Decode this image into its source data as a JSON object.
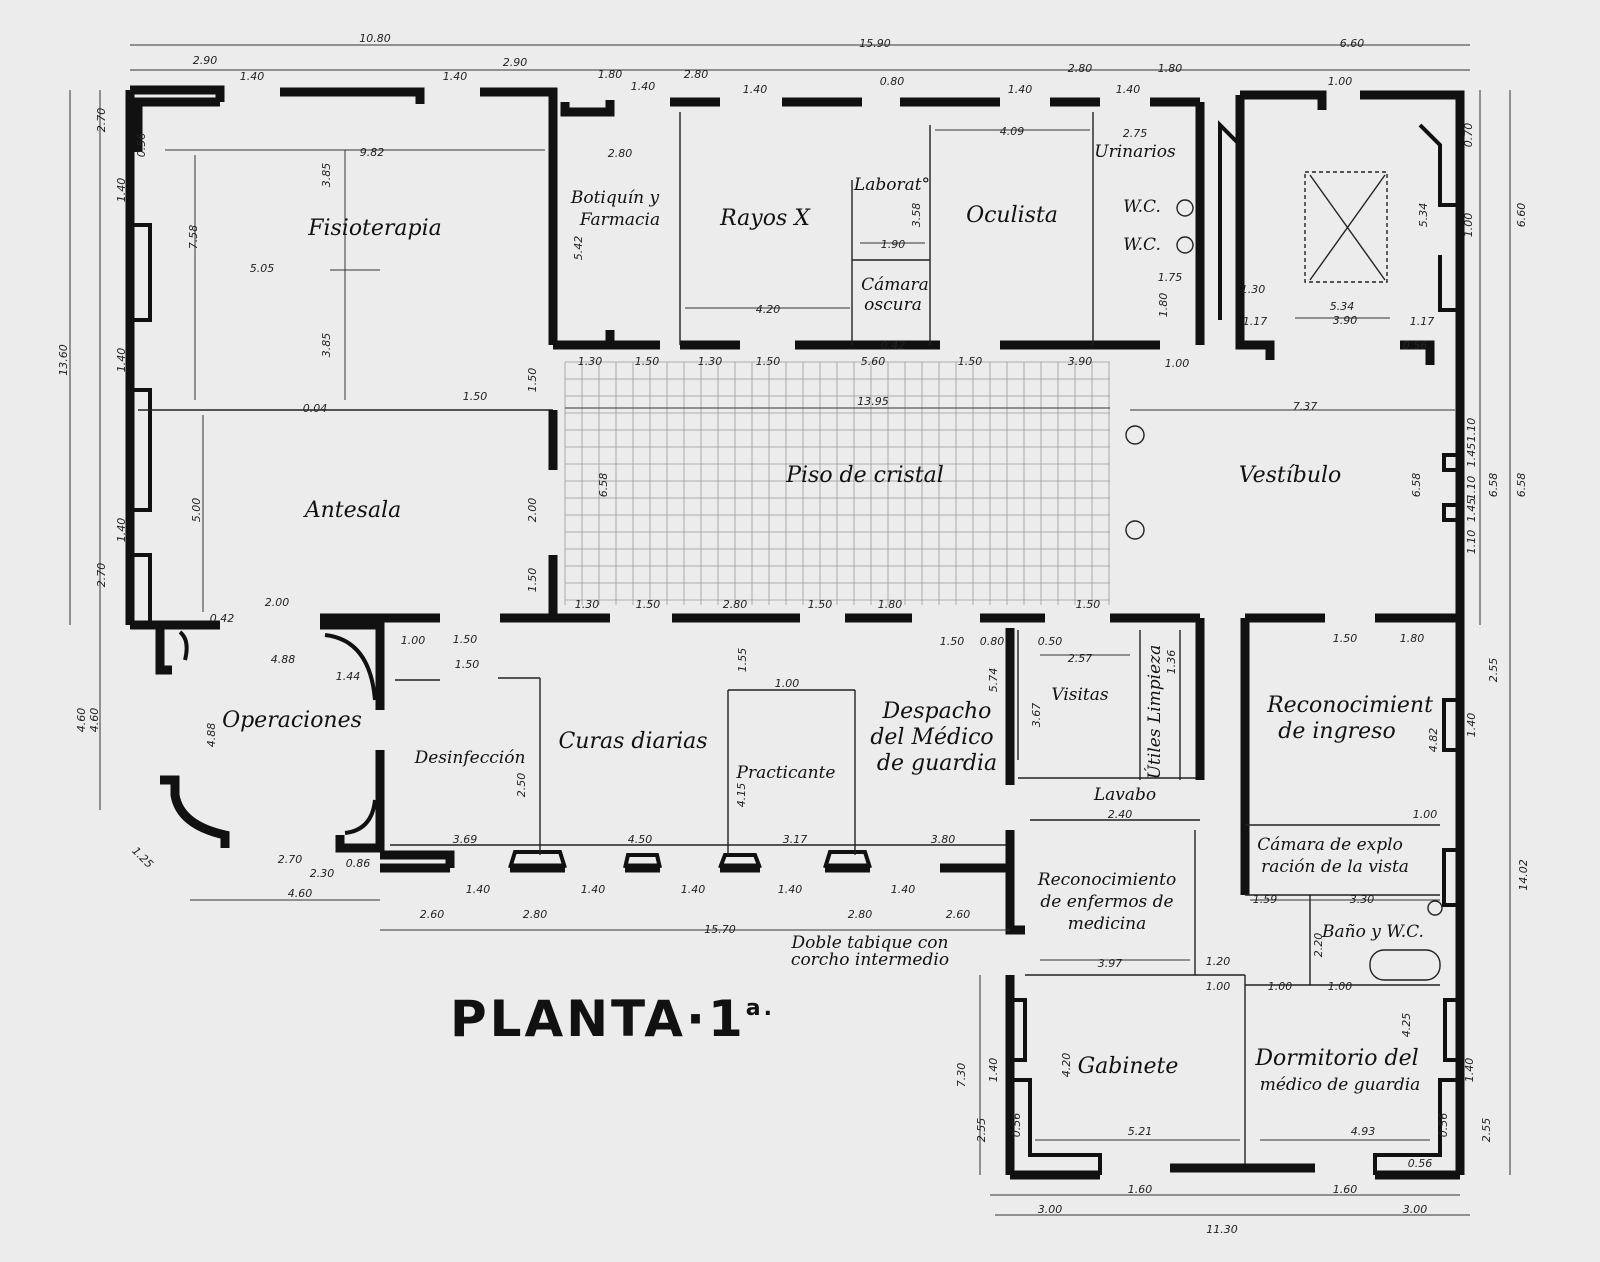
{
  "title": "PLANTA·1",
  "title_suffix": "a.",
  "rooms": {
    "fisioterapia": "Fisioterapia",
    "botiquin_1": "Botiquín y",
    "botiquin_2": "Farmacia",
    "rayos_x": "Rayos X",
    "laboratorio": "Laborat°",
    "camara_oscura_1": "Cámara",
    "camara_oscura_2": "oscura",
    "oculista": "Oculista",
    "urinarios": "Urinarios",
    "wc_1": "W.C.",
    "wc_2": "W.C.",
    "antesala": "Antesala",
    "piso_cristal": "Piso de cristal",
    "vestibulo": "Vestíbulo",
    "operaciones": "Operaciones",
    "desinfeccion": "Desinfección",
    "curas_diarias": "Curas diarias",
    "practicante": "Practicante",
    "despacho_1": "Despacho",
    "despacho_2": "del Médico",
    "despacho_3": "de guardia",
    "visitas": "Visitas",
    "utiles_limpieza": "Útiles Limpieza",
    "lavabo": "Lavabo",
    "reconocimiento_ingreso_1": "Reconocimient",
    "reconocimiento_ingreso_2": "de ingreso",
    "camara_exploracion_1": "Cámara de explo",
    "camara_exploracion_2": "ración de la vista",
    "reconocimiento_enfermos_1": "Reconocimiento",
    "reconocimiento_enfermos_2": "de enfermos de",
    "reconocimiento_enfermos_3": "medicina",
    "bano_wc": "Baño y W.C.",
    "gabinete": "Gabinete",
    "dormitorio_1": "Dormitorio del",
    "dormitorio_2": "médico de guardia",
    "doble_tabique_1": "Doble tabique con",
    "doble_tabique_2": "corcho intermedio"
  },
  "dimensions": {
    "top_1080": "10.80",
    "top_1590": "15.90",
    "top_660": "6.60",
    "t_290a": "2.90",
    "t_140a": "1.40",
    "t_140b": "1.40",
    "t_290b": "2.90",
    "t_180a": "1.80",
    "t_140c": "1.40",
    "t_280a": "2.80",
    "t_140d": "1.40",
    "t_080": "0.80",
    "t_140e": "1.40",
    "t_280b": "2.80",
    "t_140f": "1.40",
    "t_180b": "1.80",
    "t_100": "1.00",
    "d_056a": "0.56",
    "d_982": "9.82",
    "d_385a": "3.85",
    "d_385b": "3.85",
    "d_758": "7.58",
    "d_505": "5.05",
    "d_280": "2.80",
    "d_542": "5.42",
    "d_420a": "4.20",
    "d_358": "3.58",
    "d_190a": "1.90",
    "d_042a": "0.42",
    "d_409": "4.09",
    "d_275": "2.75",
    "d_175": "1.75",
    "d_180": "1.80",
    "d_130a": "1.30",
    "d_534a": "5.34",
    "d_534b": "5.34",
    "d_390a": "3.90",
    "d_117a": "1.17",
    "d_117b": "1.17",
    "d_056b": "0.56",
    "g_130a": "1.30",
    "g_150a": "1.50",
    "g_130b": "1.30",
    "g_150b": "1.50",
    "g_560": "5.60",
    "g_150c": "1.50",
    "g_390": "3.90",
    "g_100": "1.00",
    "g_1395": "13.95",
    "g_737": "7.37",
    "g_658a": "6.58",
    "g_658b": "6.58",
    "g_658c": "6.58",
    "g_004": "0.04",
    "g_150d": "1.50",
    "g_500": "5.00",
    "g_200": "2.00",
    "g_150e": "1.50",
    "g_150f": "1.50",
    "b_130": "1.30",
    "b_150a": "1.50",
    "b_280": "2.80",
    "b_150b": "1.50",
    "b_180": "1.80",
    "b_150c": "1.50",
    "o_200": "2.00",
    "o_042": "0.42",
    "o_488a": "4.88",
    "o_144": "1.44",
    "o_488b": "4.88",
    "o_460a": "4.60",
    "o_270": "2.70",
    "o_230": "2.30",
    "o_086": "0.86",
    "o_460b": "4.60",
    "o_125": "1.25",
    "m_150a": "1.50",
    "m_150b": "1.50",
    "m_100a": "1.00",
    "m_155": "1.55",
    "m_100b": "1.00",
    "m_250": "2.50",
    "m_415": "4.15",
    "m_574": "5.74",
    "m_150c": "1.50",
    "m_080": "0.80",
    "m_050": "0.50",
    "m_257": "2.57",
    "m_367": "3.67",
    "m_136": "1.36",
    "m_240": "2.40",
    "m_150d": "1.50",
    "m_180": "1.80",
    "m_482": "4.82",
    "m_100c": "1.00",
    "s_369": "3.69",
    "s_450": "4.50",
    "s_317": "3.17",
    "s_380": "3.80",
    "s_140a": "1.40",
    "s_140b": "1.40",
    "s_140c": "1.40",
    "s_140d": "1.40",
    "s_140e": "1.40",
    "s_260a": "2.60",
    "s_280a": "2.80",
    "s_280b": "2.80",
    "s_260b": "2.60",
    "s_1570": "15.70",
    "s_159": "1.59",
    "s_330": "3.30",
    "s_220": "2.20",
    "w_397": "3.97",
    "w_120": "1.20",
    "w_100a": "1.00",
    "w_100b": "1.00",
    "w_100c": "1.00",
    "w_420": "4.20",
    "w_425": "4.25",
    "w_521": "5.21",
    "w_493": "4.93",
    "w_300a": "3.00",
    "w_160a": "1.60",
    "w_160b": "1.60",
    "w_300b": "3.00",
    "w_1130": "11.30",
    "w_730": "7.30",
    "w_255a": "2.55",
    "w_255b": "2.55",
    "w_140a": "1.40",
    "w_140b": "1.40",
    "w_056a": "0.56",
    "w_056b": "0.56",
    "w_056c": "0.56",
    "l_1360": "13.60",
    "l_270a": "2.70",
    "l_140a": "1.40",
    "l_140b": "1.40",
    "l_140c": "1.40",
    "l_270b": "2.70",
    "l_460": "4.60",
    "r_660": "6.60",
    "r_658": "6.58",
    "r_1402": "14.02",
    "r_255": "2.55",
    "r_110a": "1.10",
    "r_145a": "1.45",
    "r_110b": "1.10",
    "r_145b": "1.45",
    "r_110c": "1.10",
    "r_140": "1.40",
    "r_070": "0.70",
    "r_100": "1.00"
  }
}
